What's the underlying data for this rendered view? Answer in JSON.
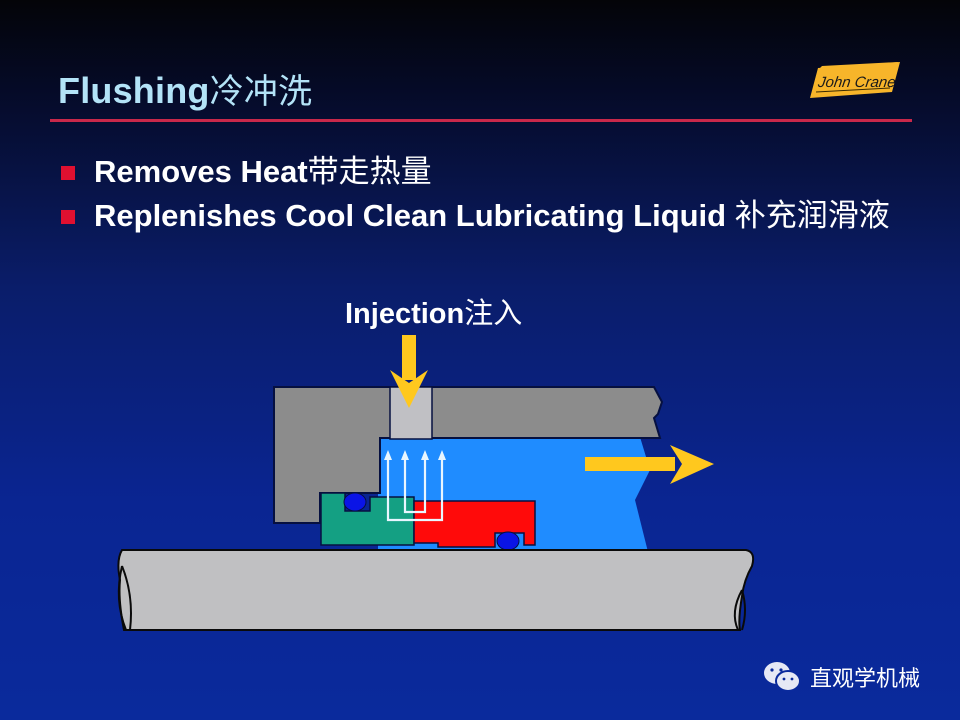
{
  "slide": {
    "title_en": "Flushing",
    "title_cn": "冷冲洗",
    "logo_text": "John Crane",
    "bullets": [
      {
        "en": "Removes Heat",
        "cn": "带走热量"
      },
      {
        "en": "Replenishes Cool Clean Lubricating Liquid ",
        "cn": "补充润滑液"
      }
    ],
    "diagram": {
      "label_en": "Injection",
      "label_cn": "注入",
      "parts": [
        "gland-housing",
        "injection-port",
        "flush-fluid-cavity",
        "stationary-seal-ring",
        "rotating-seal-ring",
        "o-ring-upper",
        "o-ring-lower",
        "shaft",
        "injection-arrow",
        "outflow-arrow",
        "flow-arrows"
      ]
    },
    "watermark": {
      "icon": "wechat-icon",
      "text": "直观学机械"
    },
    "colors": {
      "title": "#b3e3f7",
      "rule": "#c8284a",
      "bullet": "#e01030",
      "housing": "#8c8c8c",
      "port": "#c0c0c4",
      "fluid": "#1f8cff",
      "stationary_ring": "#14a083",
      "rotating_ring": "#ff0a0a",
      "o_ring": "#0a14e6",
      "shaft": "#c0c0c2",
      "arrow": "#ffc81e"
    }
  }
}
